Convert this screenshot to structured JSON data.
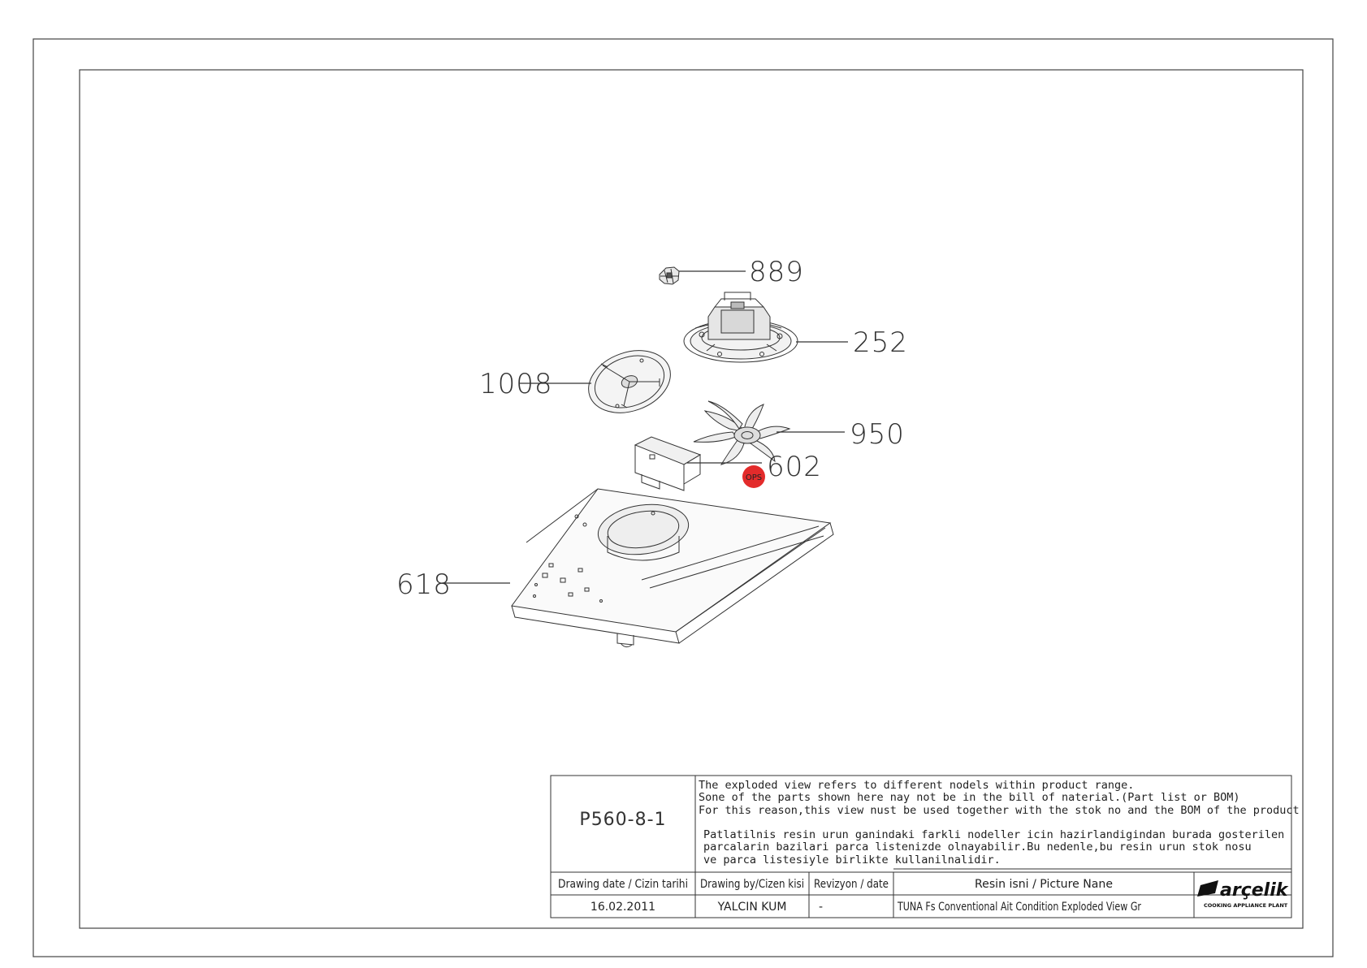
{
  "callouts": {
    "p889": "889",
    "p252": "252",
    "p1008": "1008",
    "p950": "950",
    "p602": "602",
    "p618": "618",
    "ops_badge": "OPS"
  },
  "colors": {
    "ops_badge": "#e32b2b",
    "line": "#333333"
  },
  "title_block": {
    "drawing_code": "P560-8-1",
    "note_en": [
      "The exploded view refers to different nodels within product range.",
      "Sone of the parts shown here nay not be in the bill of naterial.(Part list or BOM)",
      "For this reason,this view nust be used together with the stok no and the BOM of the product"
    ],
    "note_tr": [
      "Patlatilnis resin urun ganindaki farkli nodeller icin hazirlandigindan burada gosterilen",
      "parcalarin bazilari parca listenizde olnayabilir.Bu nedenle,bu resin urun stok nosu",
      "ve parca listesiyle birlikte kullanilnalidir."
    ],
    "headers": {
      "drawing_date": "Drawing date / Cizin tarihi",
      "drawn_by": "Drawing by/Cizen kisi",
      "revision": "Revizyon / date",
      "picture_name": "Resin isni / Picture Nane"
    },
    "values": {
      "drawing_date": "16.02.2011",
      "drawn_by": "YALCIN KUM",
      "revision": "-",
      "picture_name": "TUNA Fs Conventional Ait Condition Exploded View Gr"
    },
    "logo": {
      "brand": "arçelik",
      "subtitle": "COOKING APPLIANCE PLANT"
    }
  }
}
